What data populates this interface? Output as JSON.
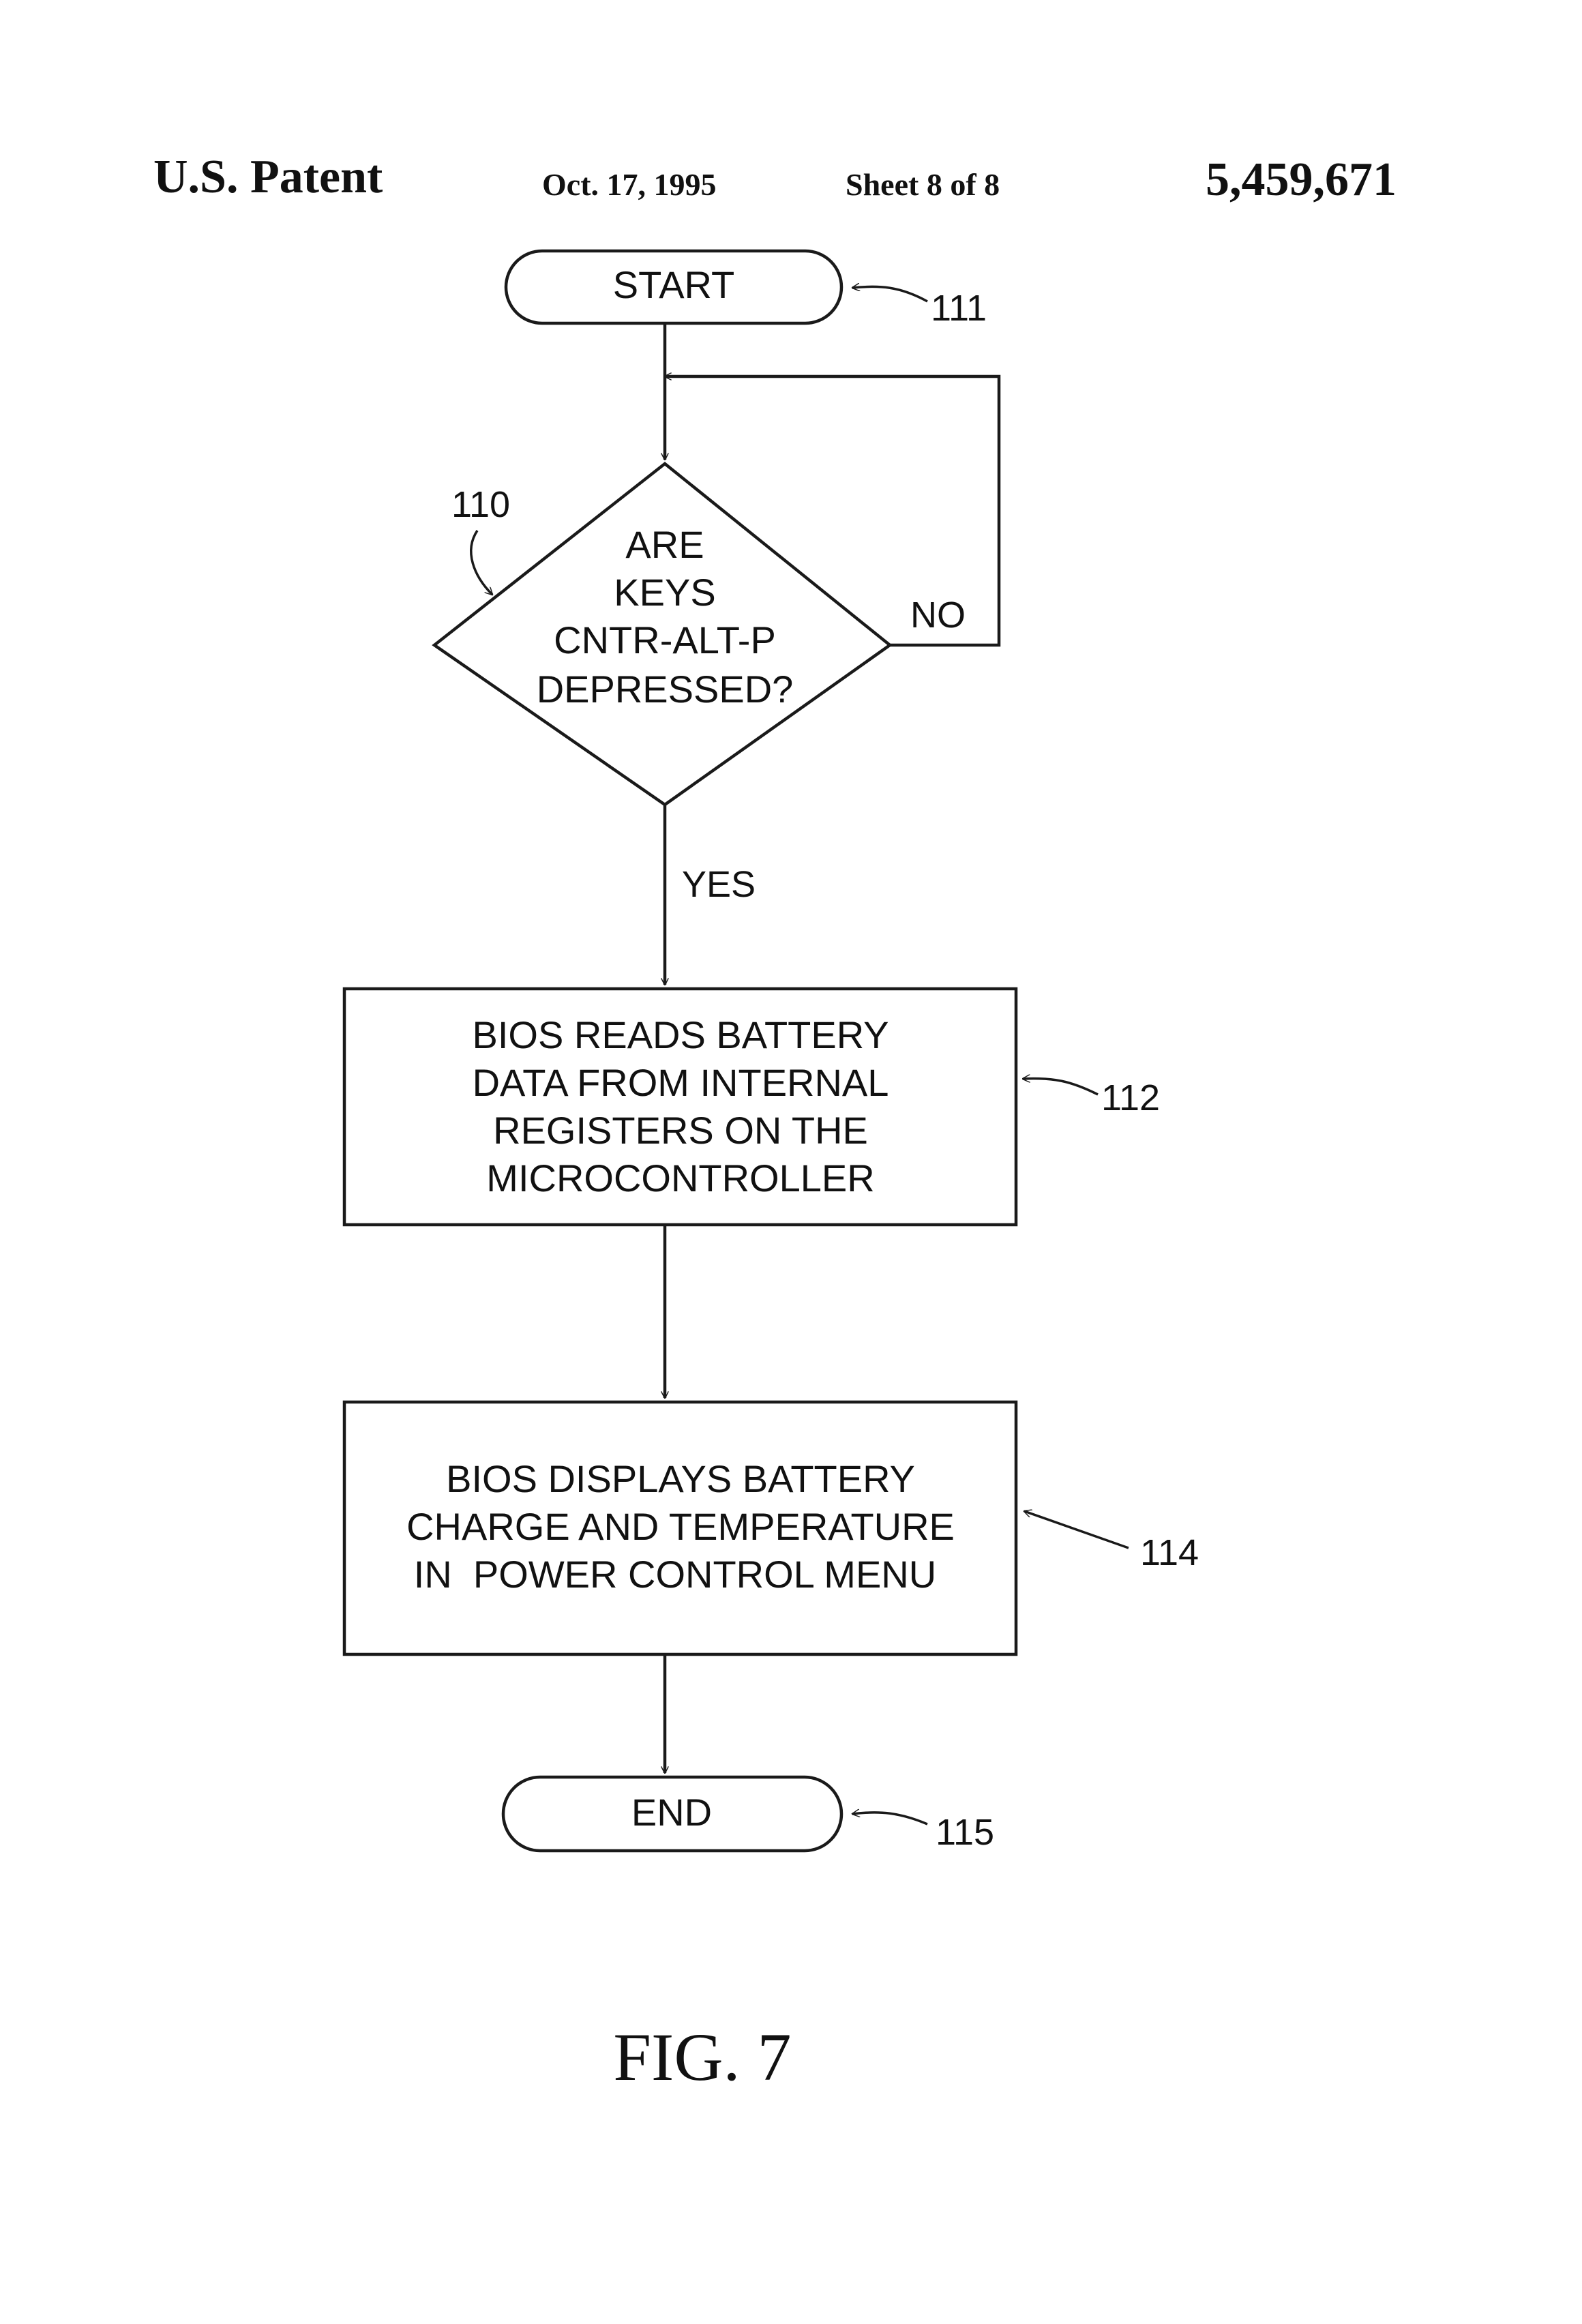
{
  "header": {
    "left": "U.S. Patent",
    "date": "Oct. 17, 1995",
    "sheet": "Sheet 8 of 8",
    "patent_number": "5,459,671"
  },
  "flowchart": {
    "start": {
      "label": "START",
      "ref": "111"
    },
    "decision": {
      "ref": "110",
      "lines": [
        "ARE",
        "KEYS",
        "CNTR-ALT-P",
        "DEPRESSED?"
      ],
      "no_label": "NO",
      "yes_label": "YES"
    },
    "step_read": {
      "ref": "112",
      "lines": [
        "BIOS READS BATTERY",
        "DATA FROM INTERNAL",
        "REGISTERS ON THE",
        "MICROCONTROLLER"
      ]
    },
    "step_display": {
      "ref": "114",
      "lines": [
        "BIOS DISPLAYS BATTERY",
        "CHARGE AND TEMPERATURE",
        "IN  POWER CONTROL MENU"
      ]
    },
    "end": {
      "label": "END",
      "ref": "115"
    }
  },
  "figure_label": "FIG. 7"
}
